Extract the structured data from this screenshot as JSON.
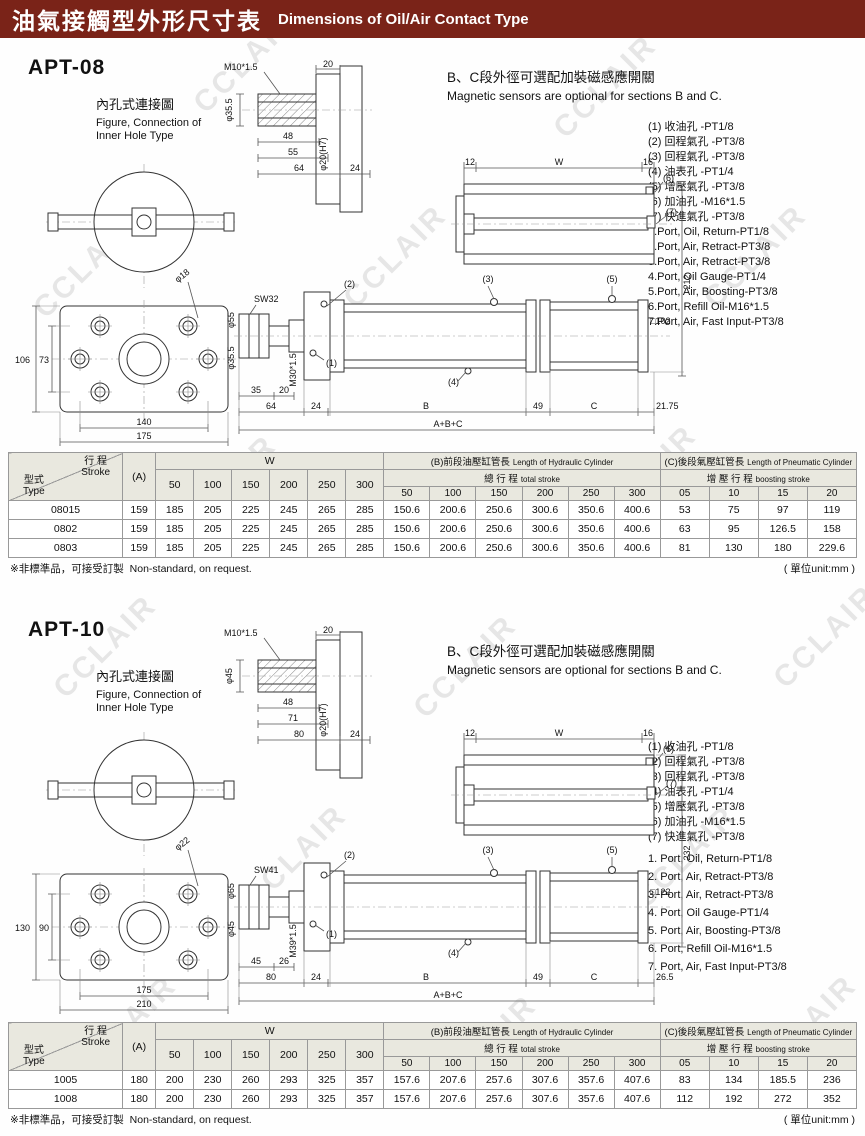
{
  "banner": {
    "title_zh": "油氣接觸型外形尺寸表",
    "title_en": "Dimensions of Oil/Air Contact Type"
  },
  "watermark": "CCLAIR",
  "sections": [
    {
      "model": "APT-08",
      "figure_zh": "內孔式連接圖",
      "figure_en1": "Figure, Connection of",
      "figure_en2": "Inner Hole Type",
      "sensor_zh": "B、C段外徑可選配加裝磁感應開關",
      "sensor_en": "Magnetic sensors are optional for sections B and C.",
      "ports_zh": [
        "(1) 收油孔 -PT1/8",
        "(2) 回程氣孔 -PT3/8",
        "(3) 回程氣孔 -PT3/8",
        "(4) 油表孔 -PT1/4",
        "(5) 增壓氣孔 -PT3/8",
        "(6) 加油孔 -M16*1.5",
        "(7) 快進氣孔 -PT3/8"
      ],
      "ports_en": [
        "1.Port, Oil, Return-PT1/8",
        "2.Port, Air, Retract-PT3/8",
        "3.Port, Air, Retract-PT3/8",
        "4.Port, Oil Gauge-PT1/4",
        "5.Port, Air, Boosting-PT3/8",
        "6.Port, Refill Oil-M16*1.5",
        "7.Port, Air, Fast Input-PT3/8"
      ],
      "dw": {
        "conn": {
          "thread": "M10*1.5",
          "t": "20",
          "dia": "φ35.5",
          "bore": "φ20(H7)",
          "l1": "48",
          "l2": "55",
          "l3": "64",
          "l4": "24"
        },
        "front": {
          "hole": "φ18",
          "h1": "106",
          "h2": "73",
          "w1": "140",
          "w2": "175"
        },
        "main": {
          "sw": "SW32",
          "dia1": "φ55",
          "dia2": "φ35.5",
          "thread": "M30*1.5",
          "s1": "35",
          "s2": "20",
          "s3": "64",
          "s4": "24",
          "b": "B",
          "mid": "49",
          "c": "C",
          "end": "21.75",
          "total": "A+B+C",
          "t1": "12",
          "tw": "W",
          "t2": "16",
          "h": "212",
          "sq": "□102",
          "c1": "(1)",
          "c2": "(2)",
          "c3": "(3)",
          "c4": "(4)",
          "c5": "(5)",
          "c6": "(6)",
          "c7": "(7)"
        }
      }
    },
    {
      "model": "APT-10",
      "figure_zh": "內孔式連接圖",
      "figure_en1": "Figure, Connection of",
      "figure_en2": "Inner Hole Type",
      "sensor_zh": "B、C段外徑可選配加裝磁感應開關",
      "sensor_en": "Magnetic sensors are optional for sections B and C.",
      "ports_zh": [
        "(1) 收油孔 -PT1/8",
        "(2) 回程氣孔 -PT3/8",
        "(3) 回程氣孔 -PT3/8",
        "(4) 油表孔 -PT1/4",
        "(5) 增壓氣孔 -PT3/8",
        "(6) 加油孔 -M16*1.5",
        "(7) 快進氣孔 -PT3/8"
      ],
      "ports_en": [
        "1. Port, Oil, Return-PT1/8",
        "2. Port, Air, Retract-PT3/8",
        "3. Port, Air, Retract-PT3/8",
        "4. Port, Oil Gauge-PT1/4",
        "5. Port, Air, Boosting-PT3/8",
        "6. Port, Refill Oil-M16*1.5",
        "7. Port, Air, Fast Input-PT3/8"
      ],
      "dw": {
        "conn": {
          "thread": "M10*1.5",
          "t": "20",
          "dia": "φ45",
          "bore": "φ20(H7)",
          "l1": "48",
          "l2": "71",
          "l3": "80",
          "l4": "24"
        },
        "front": {
          "hole": "φ22",
          "h1": "130",
          "h2": "90",
          "w1": "175",
          "w2": "210"
        },
        "main": {
          "sw": "SW41",
          "dia1": "φ65",
          "dia2": "φ45",
          "thread": "M39*1.5",
          "s1": "45",
          "s2": "26",
          "s3": "80",
          "s4": "24",
          "b": "B",
          "mid": "49",
          "c": "C",
          "end": "26.5",
          "total": "A+B+C",
          "t1": "12",
          "tw": "W",
          "t2": "16",
          "h": "232",
          "sq": "□122",
          "c1": "(1)",
          "c2": "(2)",
          "c3": "(3)",
          "c4": "(4)",
          "c5": "(5)",
          "c6": "(6)",
          "c7": "(7)"
        }
      }
    }
  ],
  "tables": [
    {
      "corner": {
        "stroke_zh": "行 程",
        "stroke_en": "Stroke",
        "type_zh": "型式",
        "type_en": "Type"
      },
      "col_a": "(A)",
      "col_w": "W",
      "col_b_zh": "(B)前段油壓缸管長",
      "col_b_en": "Length of Hydraulic Cylinder",
      "col_c_zh": "(C)後段氣壓缸管長",
      "col_c_en": "Length of Pneumatic Cylinder",
      "sub_b_zh": "總 行 程",
      "sub_b_en": "total stroke",
      "sub_c_zh": "增 壓 行 程",
      "sub_c_en": "boosting stroke",
      "w_cols": [
        "50",
        "100",
        "150",
        "200",
        "250",
        "300"
      ],
      "b_cols": [
        "50",
        "100",
        "150",
        "200",
        "250",
        "300"
      ],
      "c_cols": [
        "05",
        "10",
        "15",
        "20"
      ],
      "rows": [
        {
          "type": "08015",
          "a": "159",
          "w": [
            "185",
            "205",
            "225",
            "245",
            "265",
            "285"
          ],
          "b": [
            "150.6",
            "200.6",
            "250.6",
            "300.6",
            "350.6",
            "400.6"
          ],
          "c": [
            "53",
            "75",
            "97",
            "119"
          ]
        },
        {
          "type": "0802",
          "a": "159",
          "w": [
            "185",
            "205",
            "225",
            "245",
            "265",
            "285"
          ],
          "b": [
            "150.6",
            "200.6",
            "250.6",
            "300.6",
            "350.6",
            "400.6"
          ],
          "c": [
            "63",
            "95",
            "126.5",
            "158"
          ]
        },
        {
          "type": "0803",
          "a": "159",
          "w": [
            "185",
            "205",
            "225",
            "245",
            "265",
            "285"
          ],
          "b": [
            "150.6",
            "200.6",
            "250.6",
            "300.6",
            "350.6",
            "400.6"
          ],
          "c": [
            "81",
            "130",
            "180",
            "229.6"
          ]
        }
      ],
      "note_zh": "※非標準品，可接受訂製",
      "note_en": "Non-standard, on request.",
      "unit": "( 單位unit:mm )"
    },
    {
      "corner": {
        "stroke_zh": "行 程",
        "stroke_en": "Stroke",
        "type_zh": "型式",
        "type_en": "Type"
      },
      "col_a": "(A)",
      "col_w": "W",
      "col_b_zh": "(B)前段油壓缸管長",
      "col_b_en": "Length of Hydraulic Cylinder",
      "col_c_zh": "(C)後段氣壓缸管長",
      "col_c_en": "Length of Pneumatic Cylinder",
      "sub_b_zh": "總 行 程",
      "sub_b_en": "total stroke",
      "sub_c_zh": "增 壓 行 程",
      "sub_c_en": "boosting stroke",
      "w_cols": [
        "50",
        "100",
        "150",
        "200",
        "250",
        "300"
      ],
      "b_cols": [
        "50",
        "100",
        "150",
        "200",
        "250",
        "300"
      ],
      "c_cols": [
        "05",
        "10",
        "15",
        "20"
      ],
      "rows": [
        {
          "type": "1005",
          "a": "180",
          "w": [
            "200",
            "230",
            "260",
            "293",
            "325",
            "357"
          ],
          "b": [
            "157.6",
            "207.6",
            "257.6",
            "307.6",
            "357.6",
            "407.6"
          ],
          "c": [
            "83",
            "134",
            "185.5",
            "236"
          ]
        },
        {
          "type": "1008",
          "a": "180",
          "w": [
            "200",
            "230",
            "260",
            "293",
            "325",
            "357"
          ],
          "b": [
            "157.6",
            "207.6",
            "257.6",
            "307.6",
            "357.6",
            "407.6"
          ],
          "c": [
            "112",
            "192",
            "272",
            "352"
          ]
        }
      ],
      "note_zh": "※非標準品，可接受訂製",
      "note_en": "Non-standard, on request.",
      "unit": "( 單位unit:mm )"
    }
  ]
}
